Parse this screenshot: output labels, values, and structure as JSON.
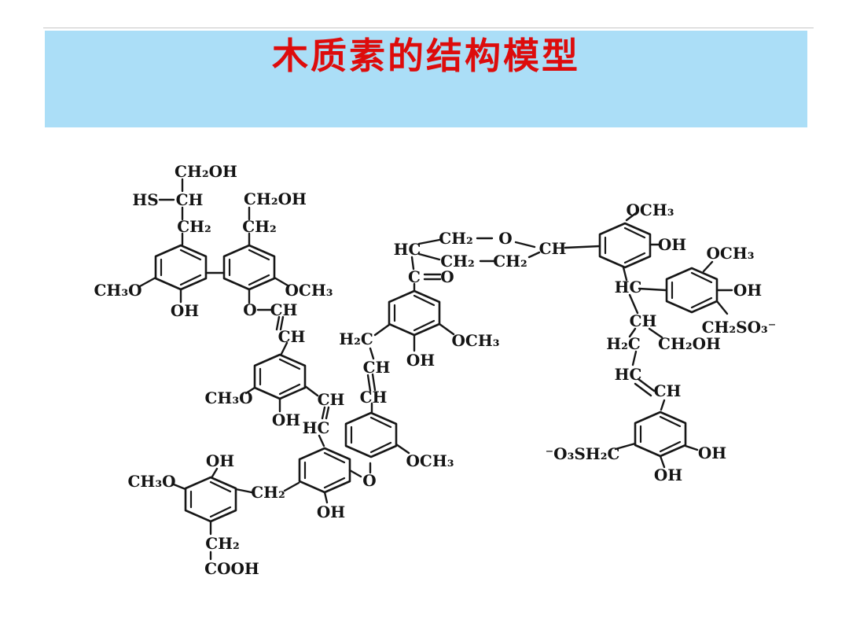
{
  "slide": {
    "title": "木质素的结构模型",
    "title_color": "#dd0c0c",
    "band_color": "#abdef7",
    "background_color": "#ffffff",
    "ink_color": "#161616"
  },
  "structure": {
    "name": "lignin-structural-model",
    "labels": [
      "CH₂OH",
      "HS",
      "CH",
      "CH₂",
      "CH₂OH",
      "CH₂",
      "CH₃O",
      "OH",
      "OCH₃",
      "O",
      "CH",
      "CH",
      "CH₃O",
      "OH",
      "CH",
      "HC",
      "OH",
      "O",
      "OCH₃",
      "CH",
      "CH",
      "H₂C",
      "OH",
      "OCH₃",
      "C",
      "O",
      "HC",
      "CH₂",
      "O",
      "CH",
      "CH₂",
      "CH₂",
      "OCH₃",
      "OH",
      "OCH₃",
      "OH",
      "CH₂SO₃⁻",
      "HC",
      "CH",
      "H₂C",
      "CH₂OH",
      "HC",
      "CH",
      "⁻O₃SH₂C",
      "OH",
      "OH",
      "OH",
      "CH₃O",
      "CH₂",
      "CH₂",
      "COOH"
    ]
  }
}
